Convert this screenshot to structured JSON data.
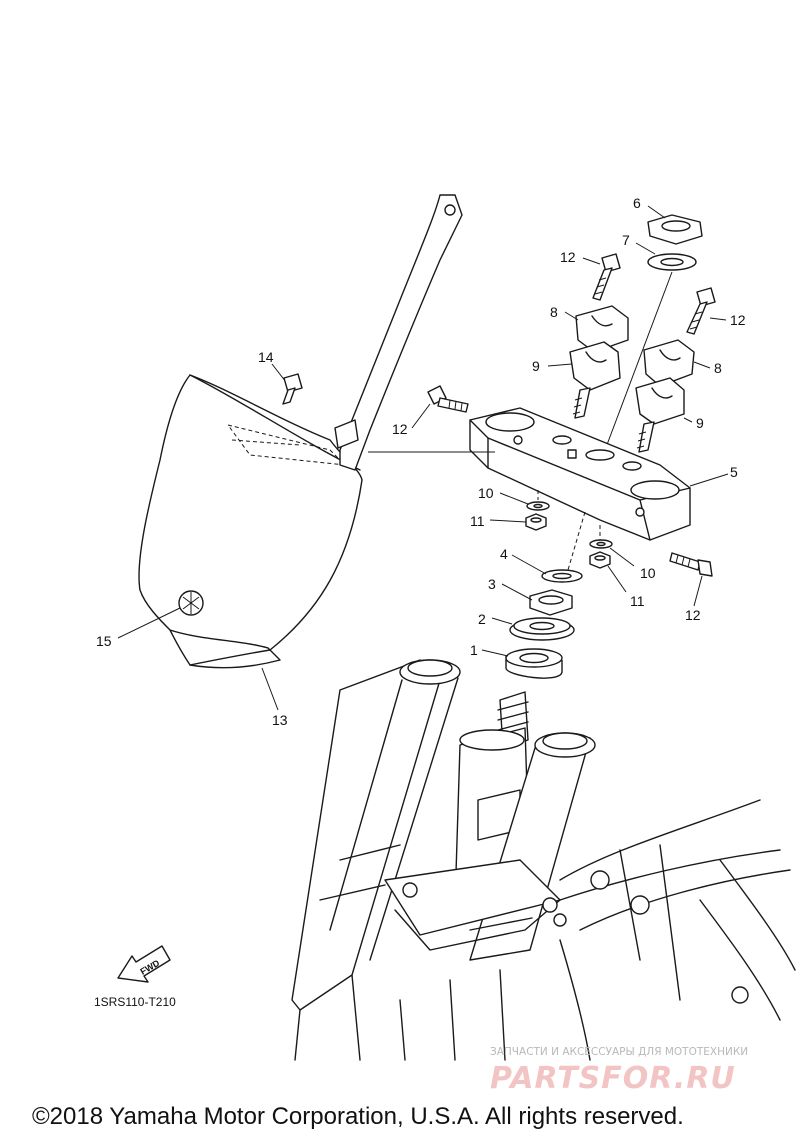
{
  "callouts": {
    "c1": "1",
    "c2": "2",
    "c3": "3",
    "c4": "4",
    "c5": "5",
    "c6": "6",
    "c7": "7",
    "c8a": "8",
    "c8b": "8",
    "c9a": "9",
    "c9b": "9",
    "c10a": "10",
    "c10b": "10",
    "c11a": "11",
    "c11b": "11",
    "c12a": "12",
    "c12b": "12",
    "c12c": "12",
    "c12d": "12",
    "c13": "13",
    "c14": "14",
    "c15": "15"
  },
  "fwd_label": "FWD",
  "diagram_code": "1SRS110-T210",
  "watermark": {
    "subtitle": "ЗАПЧАСТИ И АКСЕССУАРЫ ДЛЯ МОТОТЕХНИКИ",
    "logo": "PARTSFOR.RU"
  },
  "copyright": "©2018 Yamaha Motor Corporation, U.S.A. All rights reserved."
}
